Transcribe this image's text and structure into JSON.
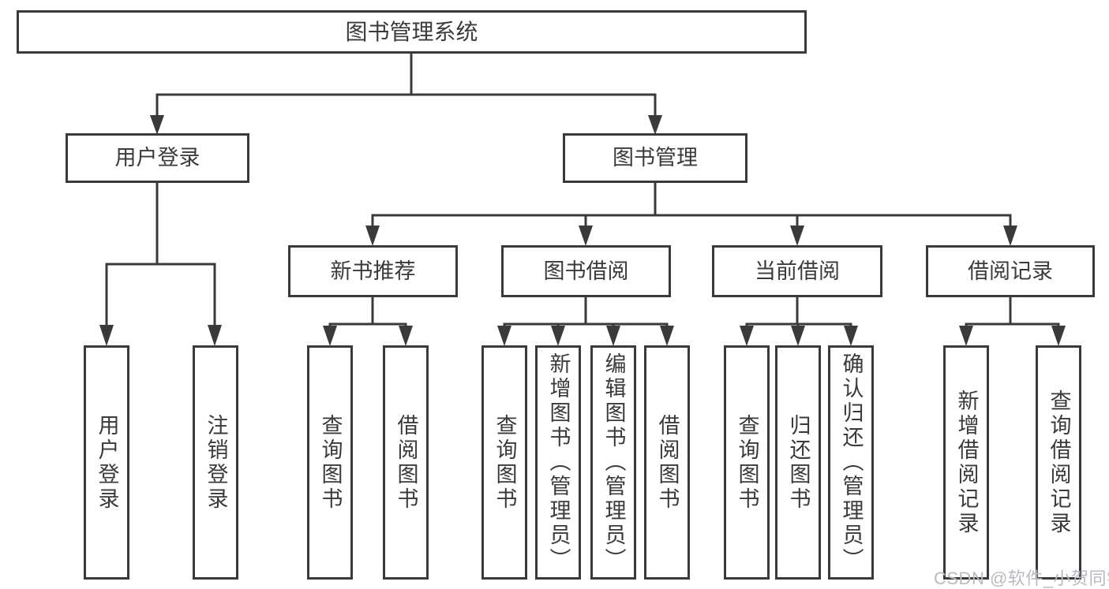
{
  "diagram": {
    "title": "图书管理系统",
    "branches": {
      "user_login": {
        "label": "用户登录",
        "children": {
          "login": "用户登录",
          "logout": "注销登录"
        }
      },
      "book_management": {
        "label": "图书管理",
        "children": {
          "new_book_recommend": {
            "label": "新书推荐",
            "children": {
              "query_books": "查询图书",
              "borrow_books": "借阅图书"
            }
          },
          "book_borrowing": {
            "label": "图书借阅",
            "children": {
              "query_books": "查询图书",
              "add_books": "新增图书（管理员）",
              "edit_books": "编辑图书（管理员）",
              "borrow_books": "借阅图书"
            }
          },
          "current_borrowing": {
            "label": "当前借阅",
            "children": {
              "query_books": "查询图书",
              "return_books": "归还图书",
              "confirm_return": "确认归还（管理员）"
            }
          },
          "borrowing_records": {
            "label": "借阅记录",
            "children": {
              "add_record": "新增借阅记录",
              "query_record": "查询借阅记录"
            }
          }
        }
      }
    }
  },
  "watermark": {
    "text": "CSDN @软件_小贺同学"
  },
  "colors": {
    "line": "#3a3a3a",
    "text": "#3a3a3a",
    "background": "#ffffff",
    "watermark": "#b9b9c2"
  }
}
